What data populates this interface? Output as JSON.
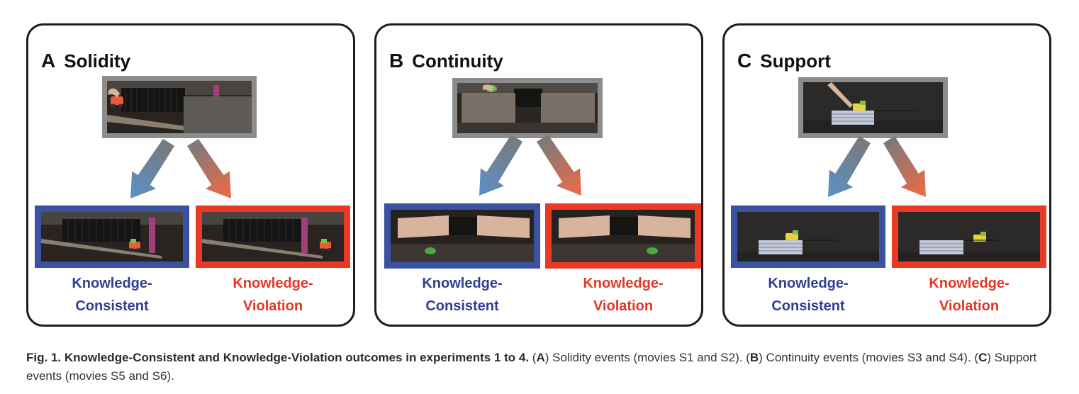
{
  "panels": [
    {
      "letter": "A",
      "title": "Solidity",
      "scene": "solidity",
      "consistent_label": [
        "Knowledge-",
        "Consistent"
      ],
      "violation_label": [
        "Knowledge-",
        "Violation"
      ]
    },
    {
      "letter": "B",
      "title": "Continuity",
      "scene": "continuity",
      "consistent_label": [
        "Knowledge-",
        "Consistent"
      ],
      "violation_label": [
        "Knowledge-",
        "Violation"
      ]
    },
    {
      "letter": "C",
      "title": "Support",
      "scene": "support",
      "consistent_label": [
        "Knowledge-",
        "Consistent"
      ],
      "violation_label": [
        "Knowledge-",
        "Violation"
      ]
    }
  ],
  "colors": {
    "consistent": "#3a52a0",
    "violation": "#ea3a25",
    "source_frame": "#8c8c8c",
    "arrow_blue": "#5b90c8",
    "arrow_red": "#f06a45",
    "arrow_gray": "#7a7a7a"
  },
  "caption": {
    "label": "Fig. 1.",
    "title": "Knowledge-Consistent and Knowledge-Violation outcomes in experiments 1 to 4.",
    "parts": [
      {
        "text": " (",
        "bold": false
      },
      {
        "text": "A",
        "bold": true
      },
      {
        "text": ") Solidity events (movies S1 and S2). (",
        "bold": false
      },
      {
        "text": "B",
        "bold": true
      },
      {
        "text": ") Continuity events (movies S3 and S4). (",
        "bold": false
      },
      {
        "text": "C",
        "bold": true
      },
      {
        "text": ") Support events (movies S5 and S6).",
        "bold": false
      }
    ]
  }
}
